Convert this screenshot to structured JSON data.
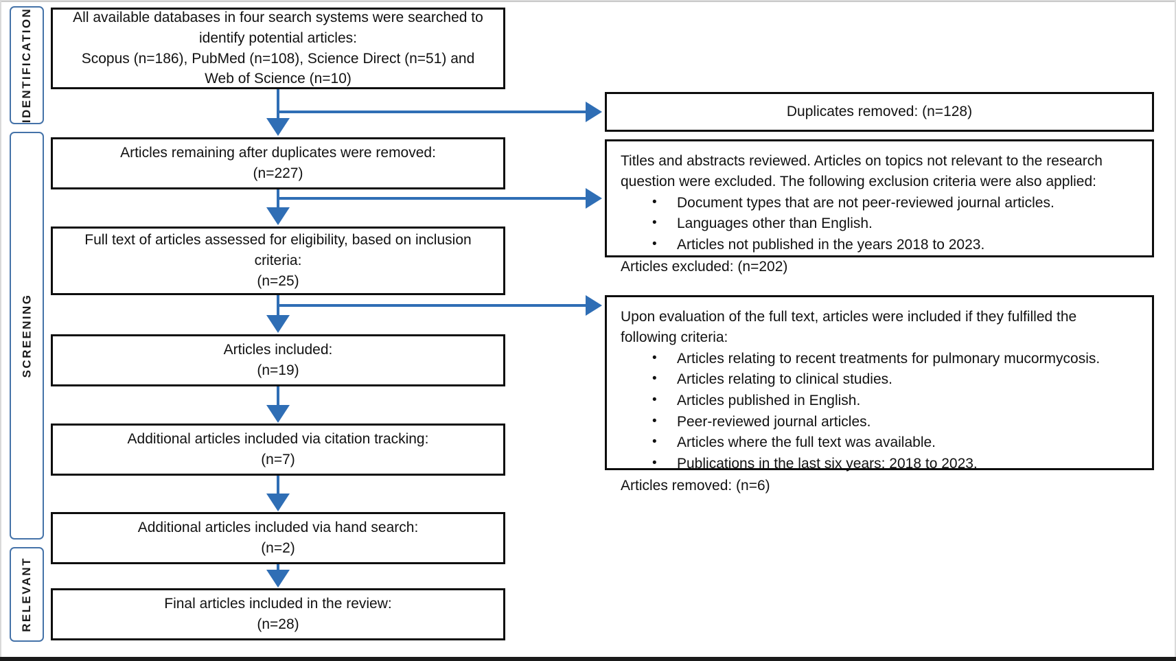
{
  "diagram": {
    "title": "PRISMA flow diagram of article selection",
    "accent_color": "#2f6eb5",
    "phase_border_color": "#4472a8",
    "box_border_color": "#0d0d0d"
  },
  "phases": [
    {
      "id": "identification",
      "label": "IDENTIFICATION"
    },
    {
      "id": "screening",
      "label": "SCREENING"
    },
    {
      "id": "relevant",
      "label": "RELEVANT"
    }
  ],
  "main_boxes": {
    "search": {
      "line1": "All available databases in four search systems were searched to",
      "line2": "identify potential articles:",
      "line3": "Scopus (n=186), PubMed (n=108), Science Direct (n=51) and",
      "line4": "Web of Science (n=10)"
    },
    "after_duplicates": {
      "line1": "Articles remaining after duplicates were removed:",
      "line2": "(n=227)"
    },
    "full_text_assessed": {
      "line1": "Full text of articles assessed for eligibility, based on inclusion",
      "line2": "criteria:",
      "line3": "(n=25)"
    },
    "articles_included": {
      "line1": "Articles included:",
      "line2": "(n=19)"
    },
    "citation_tracking": {
      "line1": "Additional articles included via citation tracking:",
      "line2": "(n=7)"
    },
    "hand_search": {
      "line1": "Additional articles included via hand search:",
      "line2": "(n=2)"
    },
    "final_included": {
      "line1": "Final articles included in the review:",
      "line2": "(n=28)"
    }
  },
  "side_boxes": {
    "duplicates": {
      "text": "Duplicates removed: (n=128)"
    },
    "excluded": {
      "intro_line1": "Titles and abstracts reviewed. Articles on topics not relevant to the research",
      "intro_line2": "question were excluded. The following exclusion criteria were also applied:",
      "bullet_char": "•",
      "bullets": [
        "Document types that are not peer-reviewed journal articles.",
        "Languages other than English.",
        "Articles not published in the years 2018 to 2023."
      ],
      "footer": "Articles excluded: (n=202)"
    },
    "included_criteria": {
      "intro_line1": "Upon evaluation of the full text, articles were included if they fulfilled the",
      "intro_line2": "following criteria:",
      "bullet_char": "•",
      "bullets": [
        "Articles relating to recent treatments for pulmonary mucormycosis.",
        "Articles relating to clinical studies.",
        "Articles published in English.",
        "Peer-reviewed journal articles.",
        "Articles where the full text was available.",
        "Publications in the last six years: 2018 to 2023."
      ],
      "footer": "Articles removed: (n=6)"
    }
  }
}
